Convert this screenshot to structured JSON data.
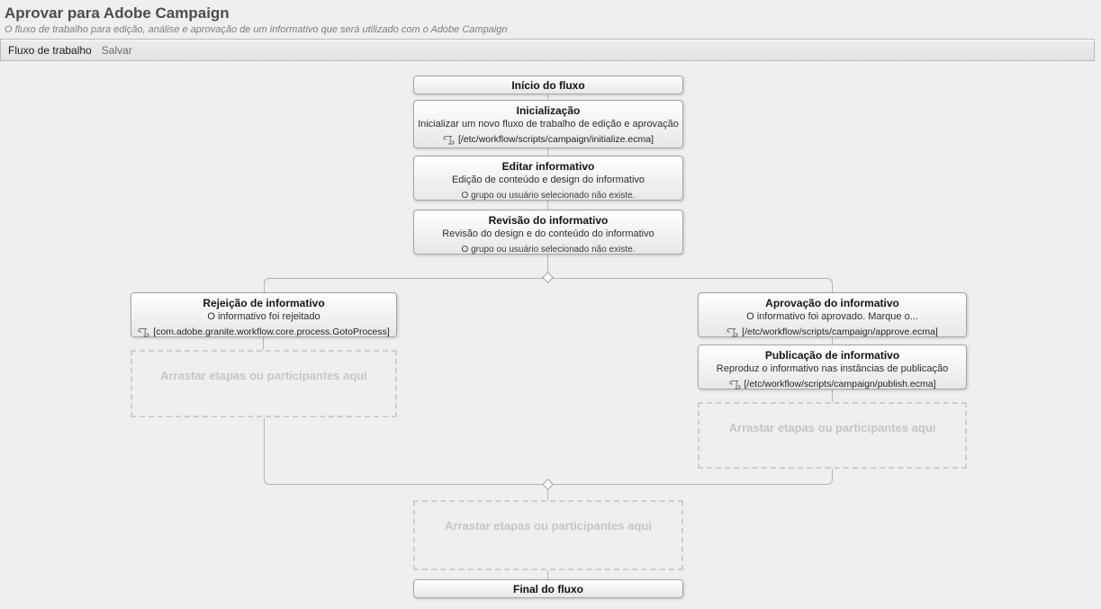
{
  "page": {
    "title": "Aprovar para Adobe Campaign",
    "subtitle": "O fluxo de trabalho para edição, análise e aprovação de um informativo que será utilizado com o Adobe Campaign"
  },
  "toolbar": {
    "workflow_label": "Fluxo de trabalho",
    "save_label": "Salvar"
  },
  "colors": {
    "canvas_background": "#efefef",
    "node_border": "#a6a6a6",
    "connector_line": "#b4b4b4",
    "dropzone_text": "#c5c5c8"
  },
  "workflow": {
    "start_label": "Início do fluxo",
    "end_label": "Final do fluxo",
    "drop_zone_text": "Arrastar etapas ou participantes aqui",
    "nodes": {
      "initialize": {
        "title": "Inicialização",
        "description": "Inicializar um novo fluxo de trabalho de edição e aprovação",
        "script": "[/etc/workflow/scripts/campaign/initialize.ecma]"
      },
      "edit": {
        "title": "Editar informativo",
        "description": "Edição de conteúdo e design do informativo",
        "status": "O grupo ou usuário selecionado não existe."
      },
      "review": {
        "title": "Revisão do informativo",
        "description": "Revisão do design e do conteúdo do informativo",
        "status": "O grupo ou usuário selecionado não existe."
      },
      "reject": {
        "title": "Rejeição de informativo",
        "description": "O informativo foi rejeitado",
        "script": "[com.adobe.granite.workflow.core.process.GotoProcess]"
      },
      "approve": {
        "title": "Aprovação do informativo",
        "description": "O informativo foi aprovado. Marque o...",
        "script": "[/etc/workflow/scripts/campaign/approve.ecma]"
      },
      "publish": {
        "title": "Publicação de informativo",
        "description": "Reproduz o informativo nas instâncias de publicação",
        "script": "[/etc/workflow/scripts/campaign/publish.ecma]"
      }
    }
  }
}
